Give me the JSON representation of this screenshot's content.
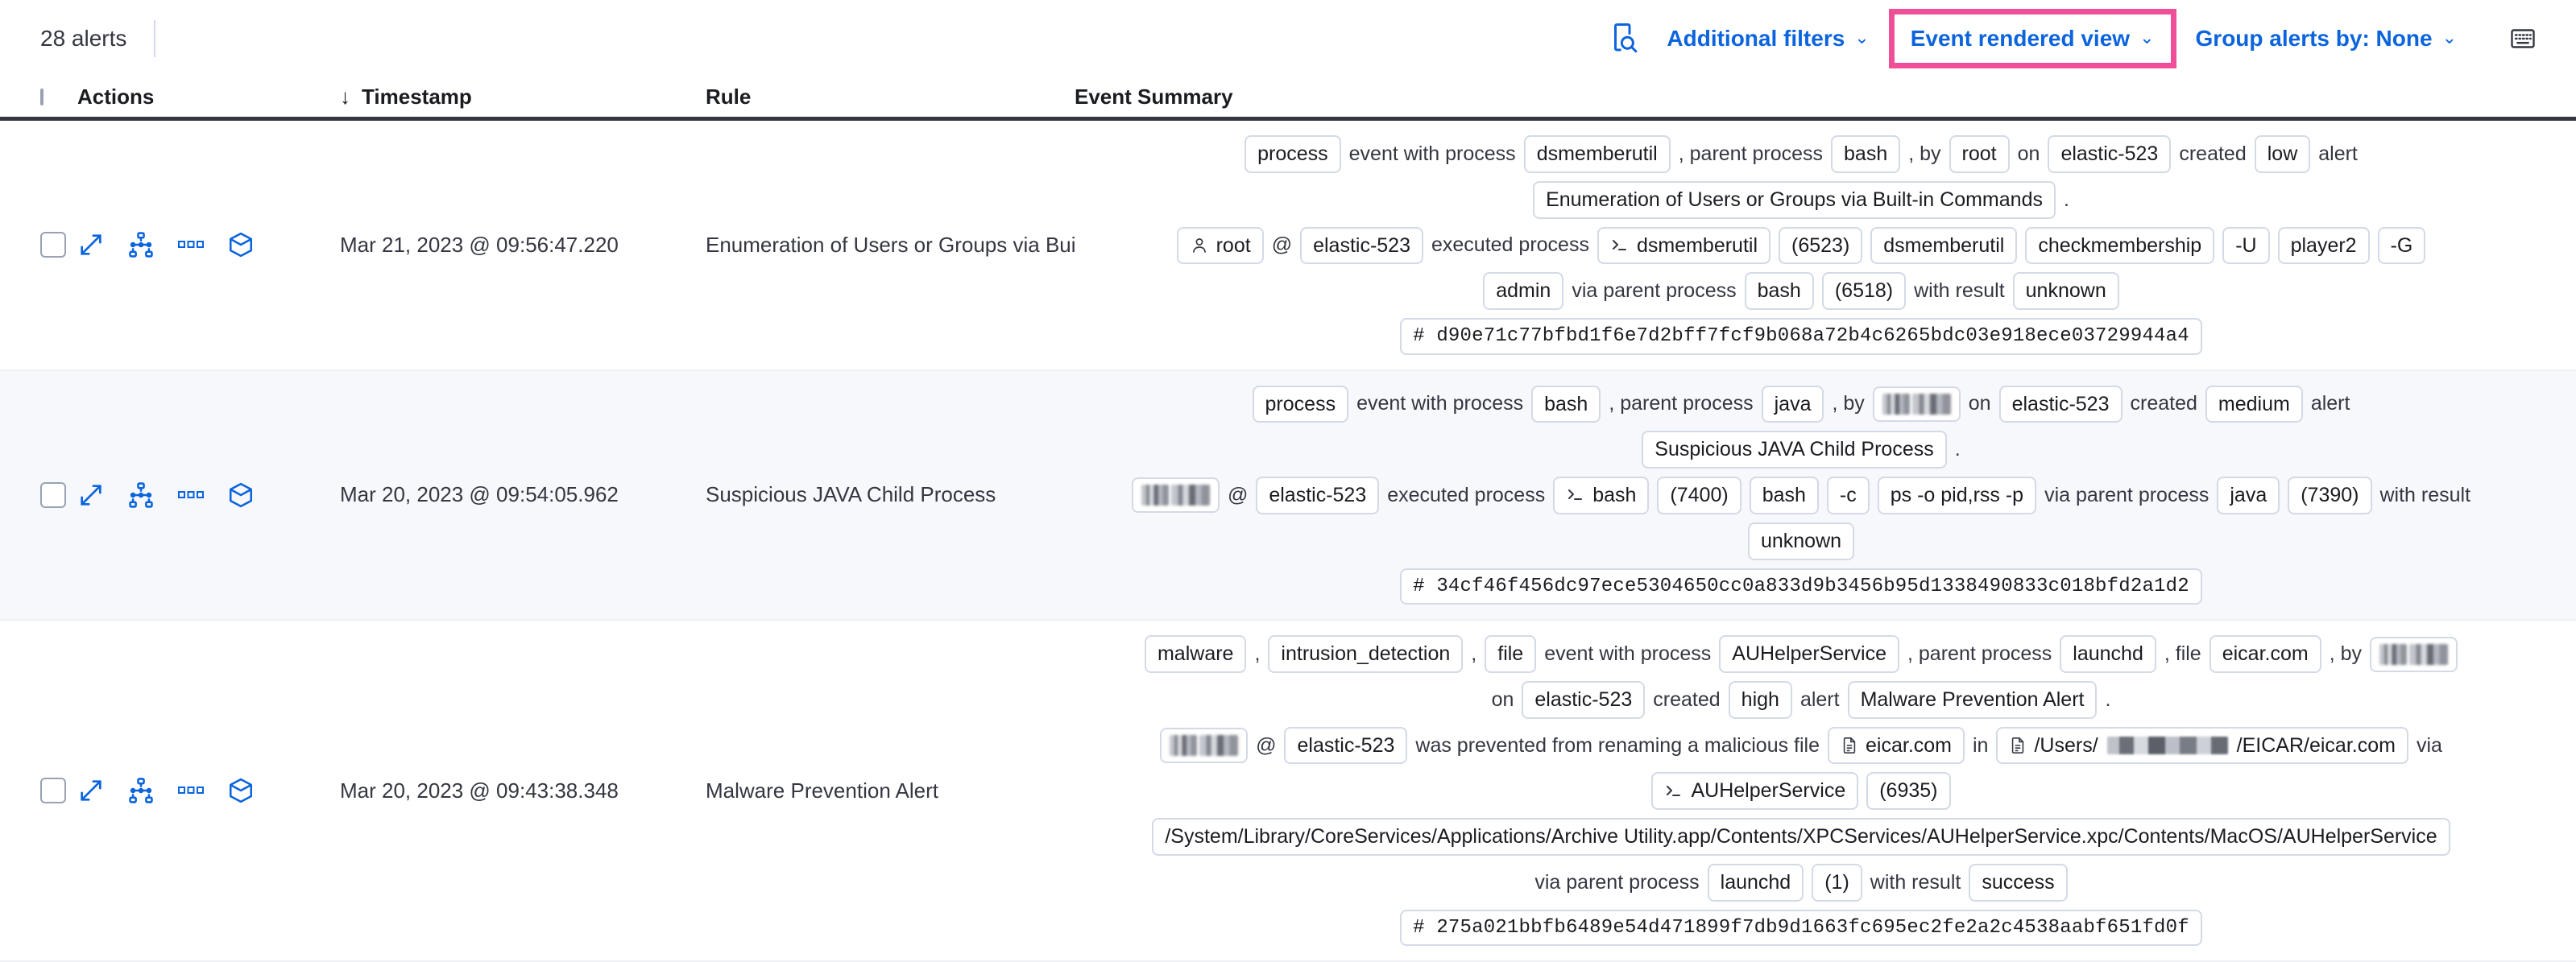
{
  "toolbar": {
    "alert_count": "28 alerts",
    "search_icon": "inspect-search-icon",
    "additional_filters": "Additional filters",
    "event_rendered_view": "Event rendered view",
    "group_alerts_by": "Group alerts by: None",
    "keyboard_icon": "keyboard-shortcut-icon",
    "caret": "⌄",
    "highlight_color": "#f04e98",
    "link_color": "#0b64dd"
  },
  "table": {
    "columns": {
      "actions": "Actions",
      "timestamp": "Timestamp",
      "rule": "Rule",
      "event_summary": "Event Summary",
      "sort_arrow": "↓"
    },
    "row_icons": {
      "expand": "expand-icon",
      "analyzer": "session-analyzer-icon",
      "more": "more-actions-icon",
      "cube": "osquery-cube-icon",
      "checkbox": "row-checkbox"
    },
    "rows": [
      {
        "timestamp": "Mar 21, 2023 @ 09:56:47.220",
        "rule": "Enumeration of Users or Groups via Bui",
        "summary_lines": [
          [
            {
              "t": "chip",
              "v": "process"
            },
            {
              "t": "text",
              "v": "event with process"
            },
            {
              "t": "chip",
              "v": "dsmemberutil"
            },
            {
              "t": "text",
              "v": ", parent process"
            },
            {
              "t": "chip",
              "v": "bash"
            },
            {
              "t": "text",
              "v": ", by"
            },
            {
              "t": "chip",
              "v": "root"
            },
            {
              "t": "text",
              "v": "on"
            },
            {
              "t": "chip",
              "v": "elastic-523"
            },
            {
              "t": "text",
              "v": "created"
            },
            {
              "t": "chip",
              "v": "low"
            },
            {
              "t": "text",
              "v": "alert"
            }
          ],
          [
            {
              "t": "chip",
              "v": "Enumeration of Users or Groups via Built-in Commands"
            },
            {
              "t": "text",
              "v": "."
            }
          ],
          [
            {
              "t": "chip",
              "v": "root",
              "icon": "user"
            },
            {
              "t": "text",
              "v": "@"
            },
            {
              "t": "chip",
              "v": "elastic-523"
            },
            {
              "t": "text",
              "v": "executed process"
            },
            {
              "t": "chip",
              "v": "dsmemberutil",
              "icon": "console"
            },
            {
              "t": "chip",
              "v": "(6523)"
            },
            {
              "t": "chip",
              "v": "dsmemberutil"
            },
            {
              "t": "chip",
              "v": "checkmembership"
            },
            {
              "t": "chip",
              "v": "-U"
            },
            {
              "t": "chip",
              "v": "player2"
            },
            {
              "t": "chip",
              "v": "-G"
            }
          ],
          [
            {
              "t": "chip",
              "v": "admin"
            },
            {
              "t": "text",
              "v": "via parent process"
            },
            {
              "t": "chip",
              "v": "bash"
            },
            {
              "t": "chip",
              "v": "(6518)"
            },
            {
              "t": "text",
              "v": "with result"
            },
            {
              "t": "chip",
              "v": "unknown"
            }
          ],
          [
            {
              "t": "hash",
              "v": "#  d90e71c77bfbd1f6e7d2bff7fcf9b068a72b4c6265bdc03e918ece03729944a4"
            }
          ]
        ]
      },
      {
        "timestamp": "Mar 20, 2023 @ 09:54:05.962",
        "rule": "Suspicious JAVA Child Process",
        "summary_lines": [
          [
            {
              "t": "chip",
              "v": "process"
            },
            {
              "t": "text",
              "v": "event with process"
            },
            {
              "t": "chip",
              "v": "bash"
            },
            {
              "t": "text",
              "v": ", parent process"
            },
            {
              "t": "chip",
              "v": "java"
            },
            {
              "t": "text",
              "v": ", by"
            },
            {
              "t": "redacted",
              "v": ""
            },
            {
              "t": "text",
              "v": "on"
            },
            {
              "t": "chip",
              "v": "elastic-523"
            },
            {
              "t": "text",
              "v": "created"
            },
            {
              "t": "chip",
              "v": "medium"
            },
            {
              "t": "text",
              "v": "alert"
            }
          ],
          [
            {
              "t": "chip",
              "v": "Suspicious JAVA Child Process"
            },
            {
              "t": "text",
              "v": "."
            }
          ],
          [
            {
              "t": "redacted",
              "v": ""
            },
            {
              "t": "text",
              "v": "@"
            },
            {
              "t": "chip",
              "v": "elastic-523"
            },
            {
              "t": "text",
              "v": "executed process"
            },
            {
              "t": "chip",
              "v": "bash",
              "icon": "console"
            },
            {
              "t": "chip",
              "v": "(7400)"
            },
            {
              "t": "chip",
              "v": "bash"
            },
            {
              "t": "chip",
              "v": "-c"
            },
            {
              "t": "chip",
              "v": "ps -o pid,rss -p"
            },
            {
              "t": "text",
              "v": "via parent process"
            },
            {
              "t": "chip",
              "v": "java"
            },
            {
              "t": "chip",
              "v": "(7390)"
            },
            {
              "t": "text",
              "v": "with result"
            }
          ],
          [
            {
              "t": "chip",
              "v": "unknown"
            }
          ],
          [
            {
              "t": "hash",
              "v": "#  34cf46f456dc97ece5304650cc0a833d9b3456b95d1338490833c018bfd2a1d2"
            }
          ]
        ]
      },
      {
        "timestamp": "Mar 20, 2023 @ 09:43:38.348",
        "rule": "Malware Prevention Alert",
        "summary_lines": [
          [
            {
              "t": "chip",
              "v": "malware"
            },
            {
              "t": "text",
              "v": ","
            },
            {
              "t": "chip",
              "v": "intrusion_detection"
            },
            {
              "t": "text",
              "v": ","
            },
            {
              "t": "chip",
              "v": "file"
            },
            {
              "t": "text",
              "v": "event with process"
            },
            {
              "t": "chip",
              "v": "AUHelperService"
            },
            {
              "t": "text",
              "v": ", parent process"
            },
            {
              "t": "chip",
              "v": "launchd"
            },
            {
              "t": "text",
              "v": ", file"
            },
            {
              "t": "chip",
              "v": "eicar.com"
            },
            {
              "t": "text",
              "v": ", by"
            },
            {
              "t": "redacted",
              "v": ""
            }
          ],
          [
            {
              "t": "text",
              "v": "on"
            },
            {
              "t": "chip",
              "v": "elastic-523"
            },
            {
              "t": "text",
              "v": "created"
            },
            {
              "t": "chip",
              "v": "high"
            },
            {
              "t": "text",
              "v": "alert"
            },
            {
              "t": "chip",
              "v": "Malware Prevention Alert"
            },
            {
              "t": "text",
              "v": "."
            }
          ],
          [
            {
              "t": "redacted",
              "v": ""
            },
            {
              "t": "text",
              "v": "@"
            },
            {
              "t": "chip",
              "v": "elastic-523"
            },
            {
              "t": "text",
              "v": "was prevented from renaming a malicious file"
            },
            {
              "t": "chip",
              "v": "eicar.com",
              "icon": "file"
            },
            {
              "t": "text",
              "v": "in"
            },
            {
              "t": "chip",
              "v": "/Users/",
              "icon": "file",
              "suffix": "/EICAR/eicar.com",
              "redacted_inline": true
            },
            {
              "t": "text",
              "v": "via"
            }
          ],
          [
            {
              "t": "chip",
              "v": "AUHelperService",
              "icon": "console"
            },
            {
              "t": "chip",
              "v": "(6935)"
            }
          ],
          [
            {
              "t": "chip",
              "v": "/System/Library/CoreServices/Applications/Archive Utility.app/Contents/XPCServices/AUHelperService.xpc/Contents/MacOS/AUHelperService"
            }
          ],
          [
            {
              "t": "text",
              "v": "via parent process"
            },
            {
              "t": "chip",
              "v": "launchd"
            },
            {
              "t": "chip",
              "v": "(1)"
            },
            {
              "t": "text",
              "v": "with result"
            },
            {
              "t": "chip",
              "v": "success"
            }
          ],
          [
            {
              "t": "hash",
              "v": "#  275a021bbfb6489e54d471899f7db9d1663fc695ec2fe2a2c4538aabf651fd0f"
            }
          ]
        ]
      }
    ]
  }
}
